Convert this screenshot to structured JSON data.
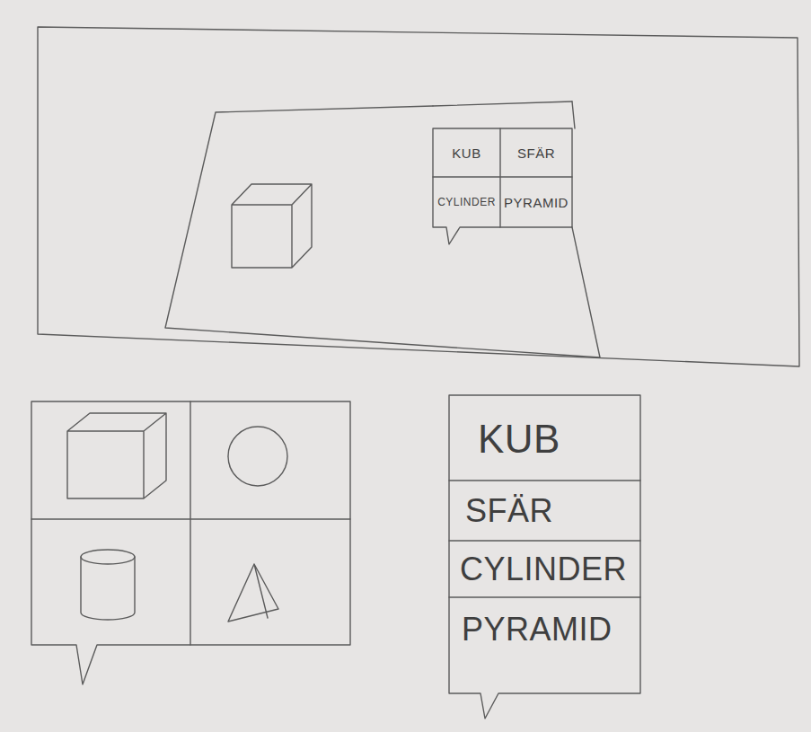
{
  "diagram": {
    "nodes": [
      {
        "text": [
          "KUB"
        ]
      },
      {
        "text": [
          "SFÄR"
        ]
      },
      {
        "text": [
          "CYLINDER"
        ]
      },
      {
        "text": [
          "PYRAMID"
        ]
      },
      {
        "text": [
          "KUB"
        ]
      },
      {
        "text": [
          "SFÄR"
        ]
      },
      {
        "text": [
          "CYLINDER"
        ]
      },
      {
        "text": [
          "PYRAMID"
        ]
      }
    ]
  }
}
